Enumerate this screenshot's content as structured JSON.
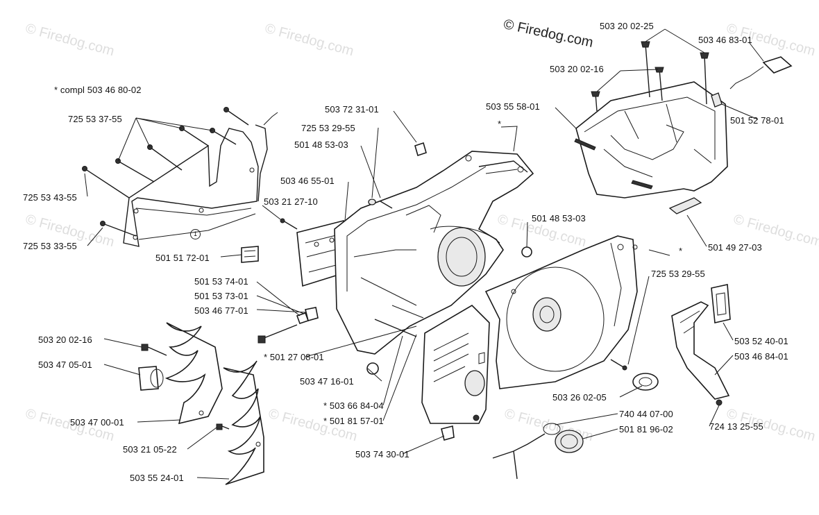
{
  "watermark": {
    "main": "© Firedog.com",
    "faint": "© Firedog.com"
  },
  "compl_note": "*  compl 503 46 80-02",
  "ref_marker": "1",
  "labels": {
    "p725533755": "725 53 37-55",
    "p725534355": "725 53 43-55",
    "p725533355": "725 53 33-55",
    "p503212710": "503 21 27-10",
    "p503465501": "503 46 55-01",
    "p503723101": "503 72 31-01",
    "p725532955a": "725 53 29-55",
    "p501485303a": "501 48 53-03",
    "p503555801": "503 55 58-01",
    "star_a": "*",
    "p503200225": "503 20 02-25",
    "p503200216a": "503 20 02-16",
    "p503468301": "503 46 83-01",
    "p501527801": "501 52 78-01",
    "p501485303b": "501 48 53-03",
    "star_b": "*",
    "p501492703": "501 49 27-03",
    "p725532955b": "725 53 29-55",
    "p501517201": "501 51 72-01",
    "p501537401": "501 53 74-01",
    "p501537301": "501 53 73-01",
    "p503467701": "503 46 77-01",
    "p501270801": "*  501 27 08-01",
    "p503200216b": "503 20 02-16",
    "p503470501": "503 47 05-01",
    "p503471601": "503 47 16-01",
    "p503668404": "*  503 66 84-04",
    "p501815701": "*  501 81 57-01",
    "p503470001": "503 47 00-01",
    "p503210522": "503 21 05-22",
    "p503743001": "503 74 30-01",
    "p503552401": "503 55 24-01",
    "p503524001": "503 52 40-01",
    "p503468401": "503 46 84-01",
    "p503260205": "503 26 02-05",
    "p740440700": "740 44 07-00",
    "p501819602": "501 81 96-02",
    "p724132555": "724 13 25-55"
  }
}
